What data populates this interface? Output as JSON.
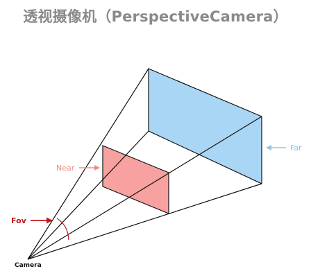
{
  "title": "透视摄像机（PerspectiveCamera）",
  "labels": {
    "near": "Near",
    "far": "Far",
    "fov": "Fov",
    "camera": "Camera"
  },
  "colors": {
    "near_fill": "#f7a1a1",
    "far_fill": "#a9d6f5",
    "near_label": "#f08a86",
    "far_label": "#8fc4e8",
    "fov_label": "#c3171d",
    "lines": "#111111"
  }
}
